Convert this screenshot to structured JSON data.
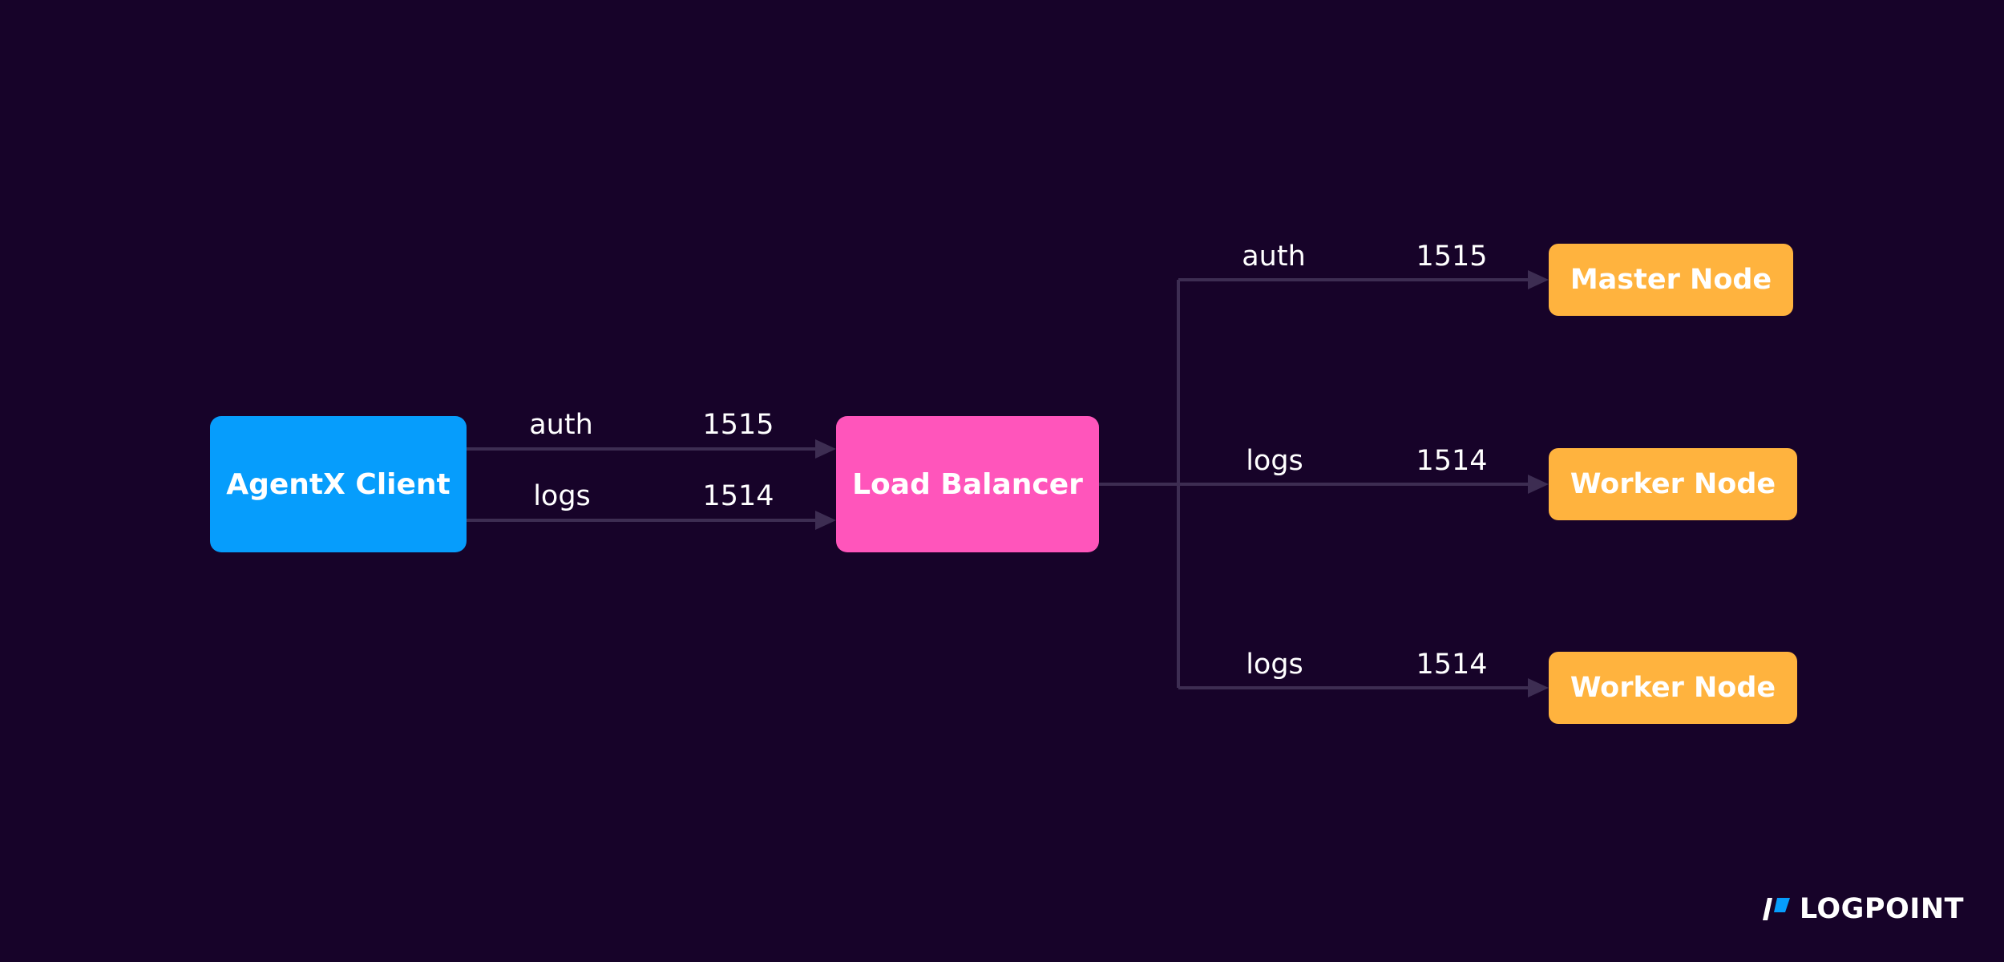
{
  "nodes": {
    "client": "AgentX Client",
    "load_balancer": "Load Balancer",
    "master": "Master Node",
    "worker_1": "Worker Node",
    "worker_2": "Worker Node"
  },
  "edges": {
    "client_lb_auth": {
      "protocol": "auth",
      "port": "1515"
    },
    "client_lb_logs": {
      "protocol": "logs",
      "port": "1514"
    },
    "lb_master": {
      "protocol": "auth",
      "port": "1515"
    },
    "lb_worker_1": {
      "protocol": "logs",
      "port": "1514"
    },
    "lb_worker_2": {
      "protocol": "logs",
      "port": "1514"
    }
  },
  "brand": {
    "name": "LOGPOINT"
  },
  "colors": {
    "background": "#170329",
    "client": "#069dfc",
    "load_balancer": "#ff55bb",
    "servers": "#ffb33e",
    "connector": "#3d2d52",
    "text": "#ffffff"
  }
}
